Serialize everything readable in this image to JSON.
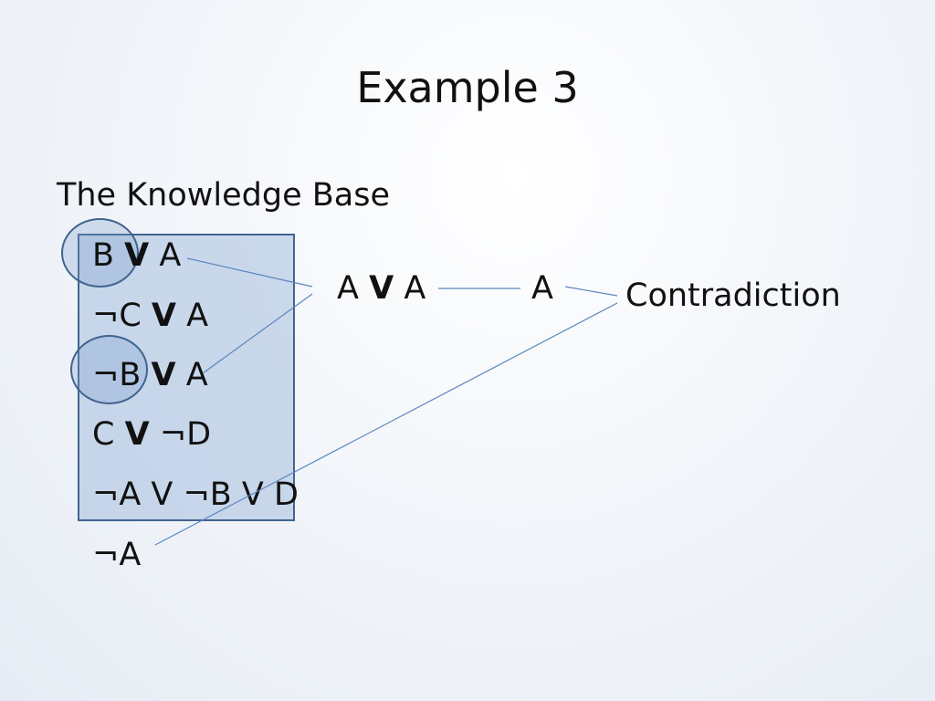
{
  "slide": {
    "title": "Example 3",
    "kb_heading": "The Knowledge Base",
    "clauses": [
      {
        "left": "B",
        "op": "V",
        "right": "A",
        "op_bold": true
      },
      {
        "left": "¬C",
        "op": "V",
        "right": "A",
        "op_bold": true
      },
      {
        "left": "¬B",
        "op": "V",
        "right": "A",
        "op_bold": true
      },
      {
        "left": "C",
        "op": "V",
        "right": "¬D",
        "op_bold": true
      },
      {
        "text": "¬A V ¬B V D"
      }
    ],
    "negated_goal": "¬A",
    "resolvents": {
      "step1": {
        "left": "A",
        "op": "V",
        "right": "A"
      },
      "step2": "A",
      "result": "Contradiction"
    }
  },
  "colors": {
    "box_fill": "#a5bede",
    "box_border": "#41648f",
    "line": "#5b86bd"
  }
}
